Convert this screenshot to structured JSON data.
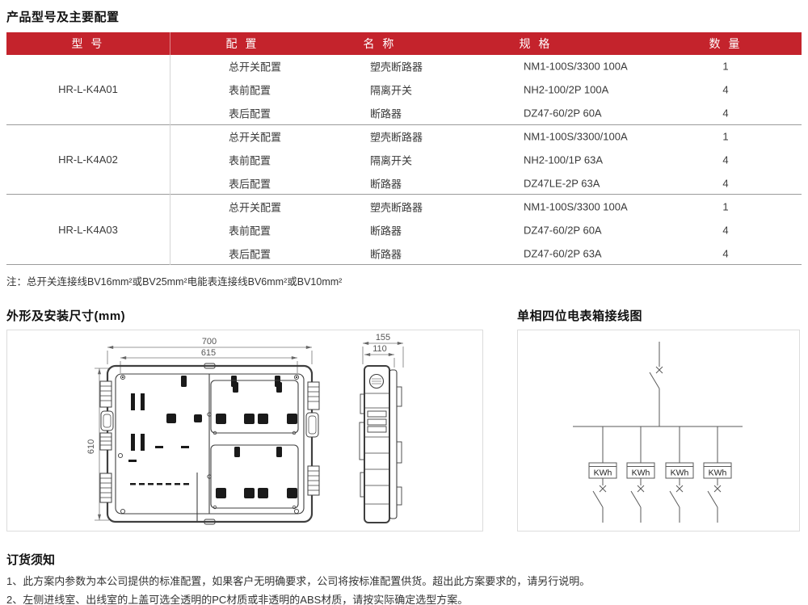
{
  "page": {
    "title": "产品型号及主要配置",
    "note": "注：总开关连接线BV16mm²或BV25mm²电能表连接线BV6mm²或BV10mm²"
  },
  "colors": {
    "header_red": "#C4232C"
  },
  "table": {
    "headers": [
      "型 号",
      "配 置",
      "名 称",
      "规 格",
      "数 量"
    ],
    "groups": [
      {
        "model": "HR-L-K4A01",
        "rows": [
          {
            "config": "总开关配置",
            "name": "塑壳断路器",
            "spec": "NM1-100S/3300 100A",
            "qty": "1"
          },
          {
            "config": "表前配置",
            "name": "隔离开关",
            "spec": "NH2-100/2P 100A",
            "qty": "4"
          },
          {
            "config": "表后配置",
            "name": "断路器",
            "spec": "DZ47-60/2P 60A",
            "qty": "4"
          }
        ]
      },
      {
        "model": "HR-L-K4A02",
        "rows": [
          {
            "config": "总开关配置",
            "name": "塑壳断路器",
            "spec": "NM1-100S/3300/100A",
            "qty": "1"
          },
          {
            "config": "表前配置",
            "name": "隔离开关",
            "spec": "NH2-100/1P 63A",
            "qty": "4"
          },
          {
            "config": "表后配置",
            "name": "断路器",
            "spec": "DZ47LE-2P 63A",
            "qty": "4"
          }
        ]
      },
      {
        "model": "HR-L-K4A03",
        "rows": [
          {
            "config": "总开关配置",
            "name": "塑壳断路器",
            "spec": "NM1-100S/3300 100A",
            "qty": "1"
          },
          {
            "config": "表前配置",
            "name": "断路器",
            "spec": "DZ47-60/2P 60A",
            "qty": "4"
          },
          {
            "config": "表后配置",
            "name": "断路器",
            "spec": "DZ47-60/2P 63A",
            "qty": "4"
          }
        ]
      }
    ]
  },
  "dimensions": {
    "section_title": "外形及安装尺寸(mm)",
    "width_outer": "700",
    "width_inner": "615",
    "height": "610",
    "depth_outer": "155",
    "depth_inner": "110"
  },
  "wiring": {
    "section_title": "单相四位电表箱接线图",
    "meter_label": "KWh",
    "meter_count": 4
  },
  "ordering": {
    "title": "订货须知",
    "items": [
      "1、此方案内参数为本公司提供的标准配置，如果客户无明确要求，公司将按标准配置供货。超出此方案要求的，请另行说明。",
      "2、左侧进线室、出线室的上盖可选全透明的PC材质或非透明的ABS材质，请按实际确定选型方案。"
    ]
  }
}
